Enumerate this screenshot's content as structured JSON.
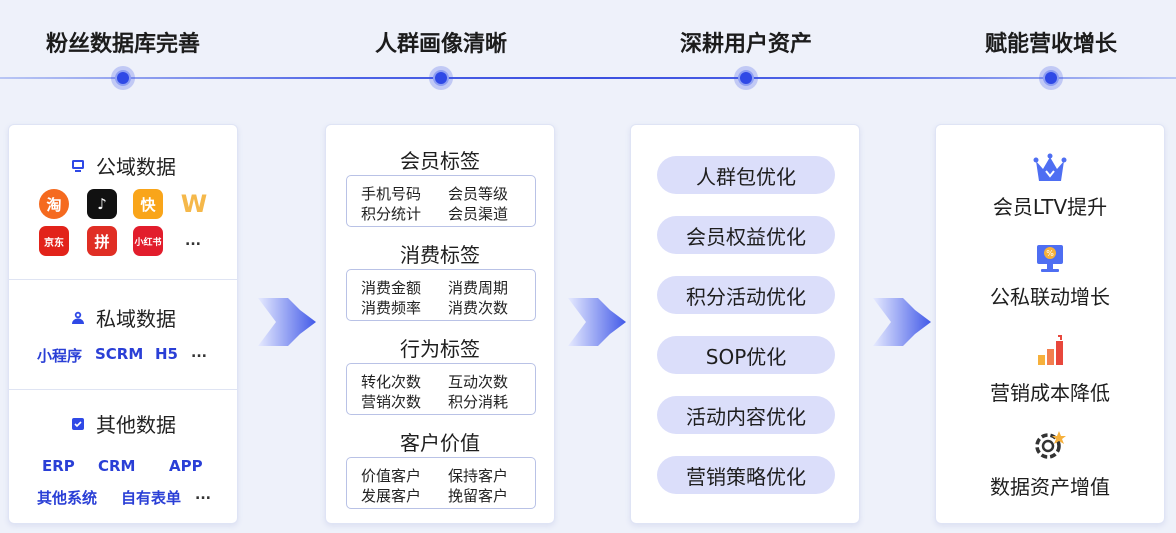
{
  "stages": [
    {
      "title": "粉丝数据库完善"
    },
    {
      "title": "人群画像清晰"
    },
    {
      "title": "深耕用户资产"
    },
    {
      "title": "赋能营收增长"
    }
  ],
  "data_sources": {
    "public": {
      "title": "公域数据",
      "platforms": [
        {
          "label": "淘",
          "color": "#f56a1f",
          "icon": "taobao-icon"
        },
        {
          "label": "♪",
          "color": "#111111",
          "icon": "douyin-icon"
        },
        {
          "label": "快",
          "color": "#f9a51a",
          "icon": "kuaishou-icon"
        },
        {
          "label": "W",
          "color": "#f5b84a",
          "icon": "weibo-like-icon"
        },
        {
          "label": "京东",
          "color": "#e2231a",
          "icon": "jd-icon"
        },
        {
          "label": "拼",
          "color": "#e02e24",
          "icon": "pinduoduo-icon"
        },
        {
          "label": "小红书",
          "color": "#e21d2c",
          "icon": "xiaohongshu-icon"
        }
      ],
      "more": "..."
    },
    "private": {
      "title": "私域数据",
      "items": [
        "小程序",
        "SCRM",
        "H5",
        "..."
      ]
    },
    "other": {
      "title": "其他数据",
      "items": [
        "ERP",
        "CRM",
        "APP",
        "其他系统",
        "自有表单",
        "..."
      ]
    }
  },
  "tag_groups": [
    {
      "title": "会员标签",
      "items": [
        "手机号码",
        "会员等级",
        "积分统计",
        "会员渠道"
      ]
    },
    {
      "title": "消费标签",
      "items": [
        "消费金额",
        "消费周期",
        "消费频率",
        "消费次数"
      ]
    },
    {
      "title": "行为标签",
      "items": [
        "转化次数",
        "互动次数",
        "营销次数",
        "积分消耗"
      ]
    },
    {
      "title": "客户价值",
      "items": [
        "价值客户",
        "保持客户",
        "发展客户",
        "挽留客户"
      ]
    }
  ],
  "optimizations": [
    "人群包优化",
    "会员权益优化",
    "积分活动优化",
    "SOP优化",
    "活动内容优化",
    "营销策略优化"
  ],
  "outcomes": [
    {
      "label": "会员LTV提升",
      "icon": "crown-icon"
    },
    {
      "label": "公私联动增长",
      "icon": "monitor-coin-icon"
    },
    {
      "label": "营销成本降低",
      "icon": "bar-chart-icon"
    },
    {
      "label": "数据资产增值",
      "icon": "gear-star-icon"
    }
  ],
  "colors": {
    "accent": "#2f49e6",
    "pill": "#dbdefa",
    "link": "#2a3fd6"
  }
}
